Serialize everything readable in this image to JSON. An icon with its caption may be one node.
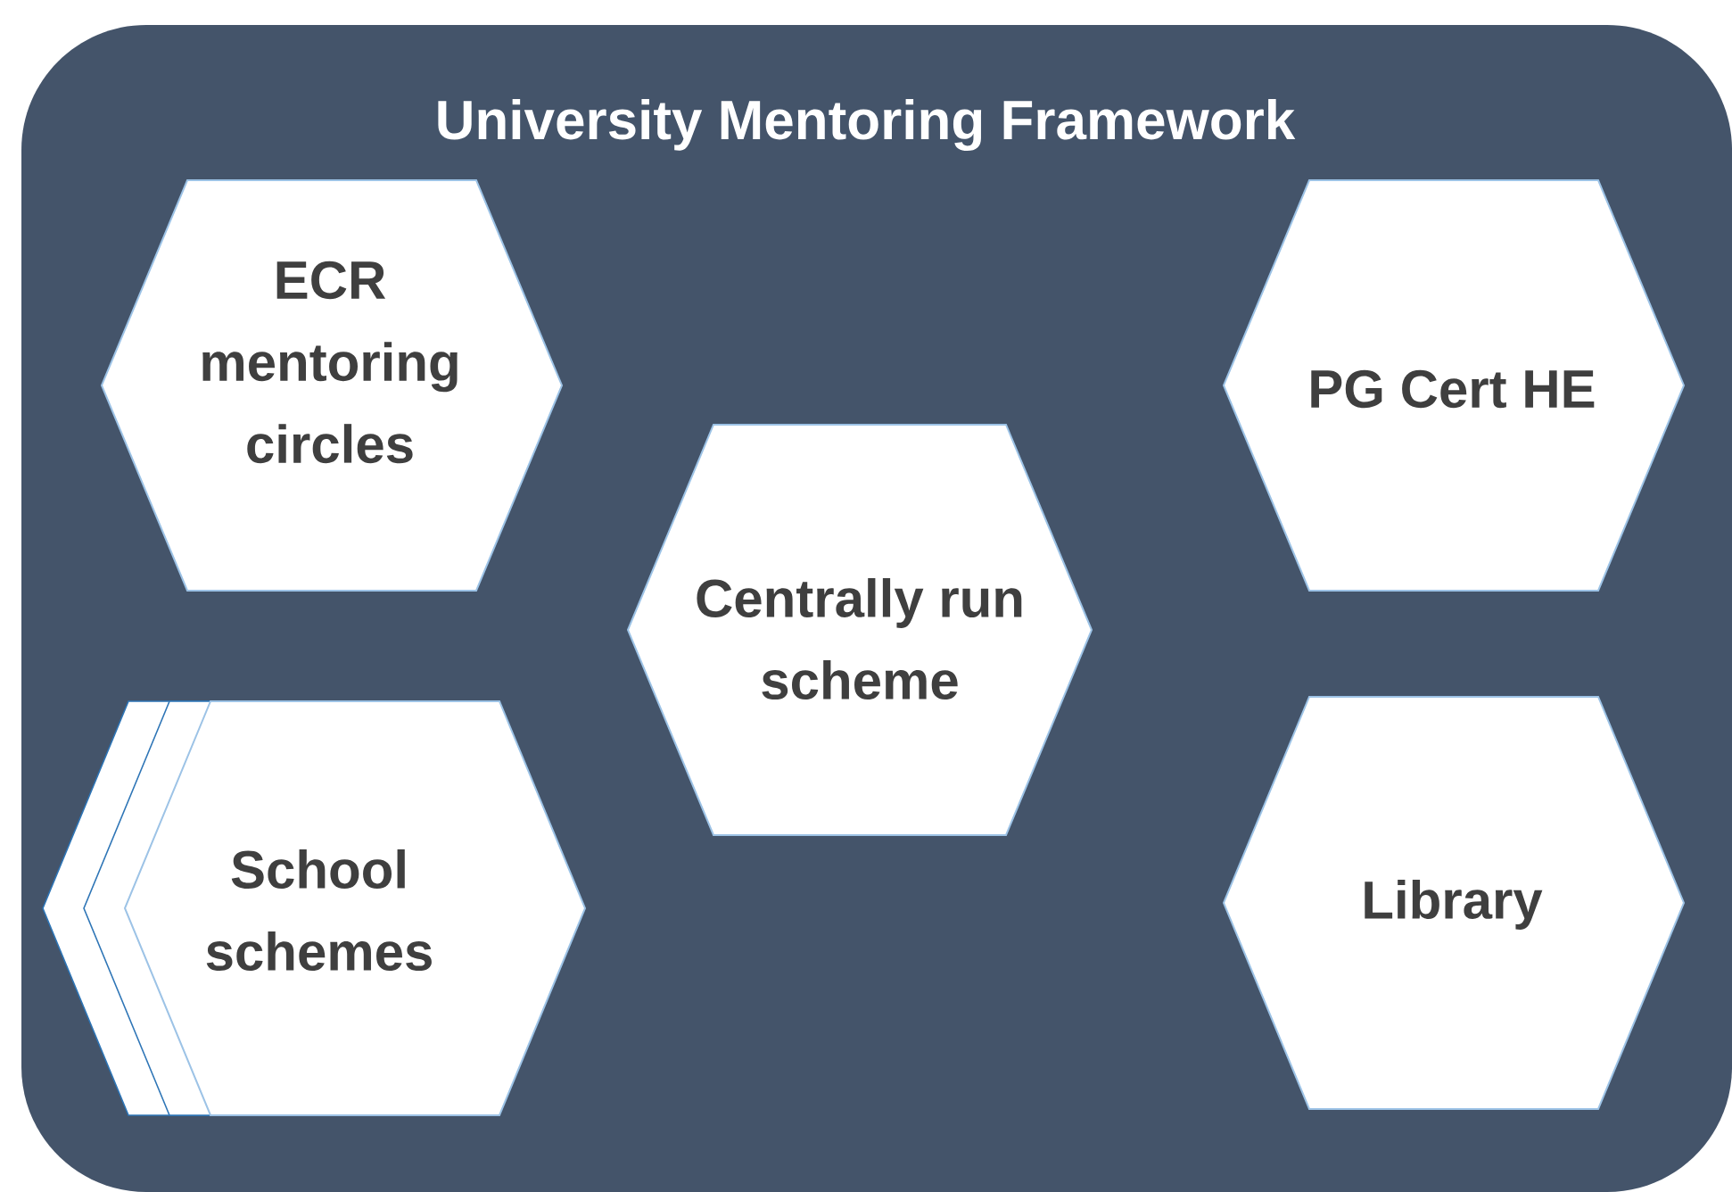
{
  "diagram": {
    "nodes": [
      {
        "text": [
          "University Mentoring Framework"
        ]
      },
      {
        "text": [
          "ECR mentoring circles"
        ],
        "in": 0
      },
      {
        "text": [
          "PG Cert HE"
        ],
        "in": 0
      },
      {
        "text": [
          "Centrally run scheme"
        ],
        "in": 0
      },
      {
        "text": [
          "School schemes"
        ],
        "in": 0
      },
      {
        "text": [
          "Library"
        ],
        "in": 0
      }
    ]
  }
}
